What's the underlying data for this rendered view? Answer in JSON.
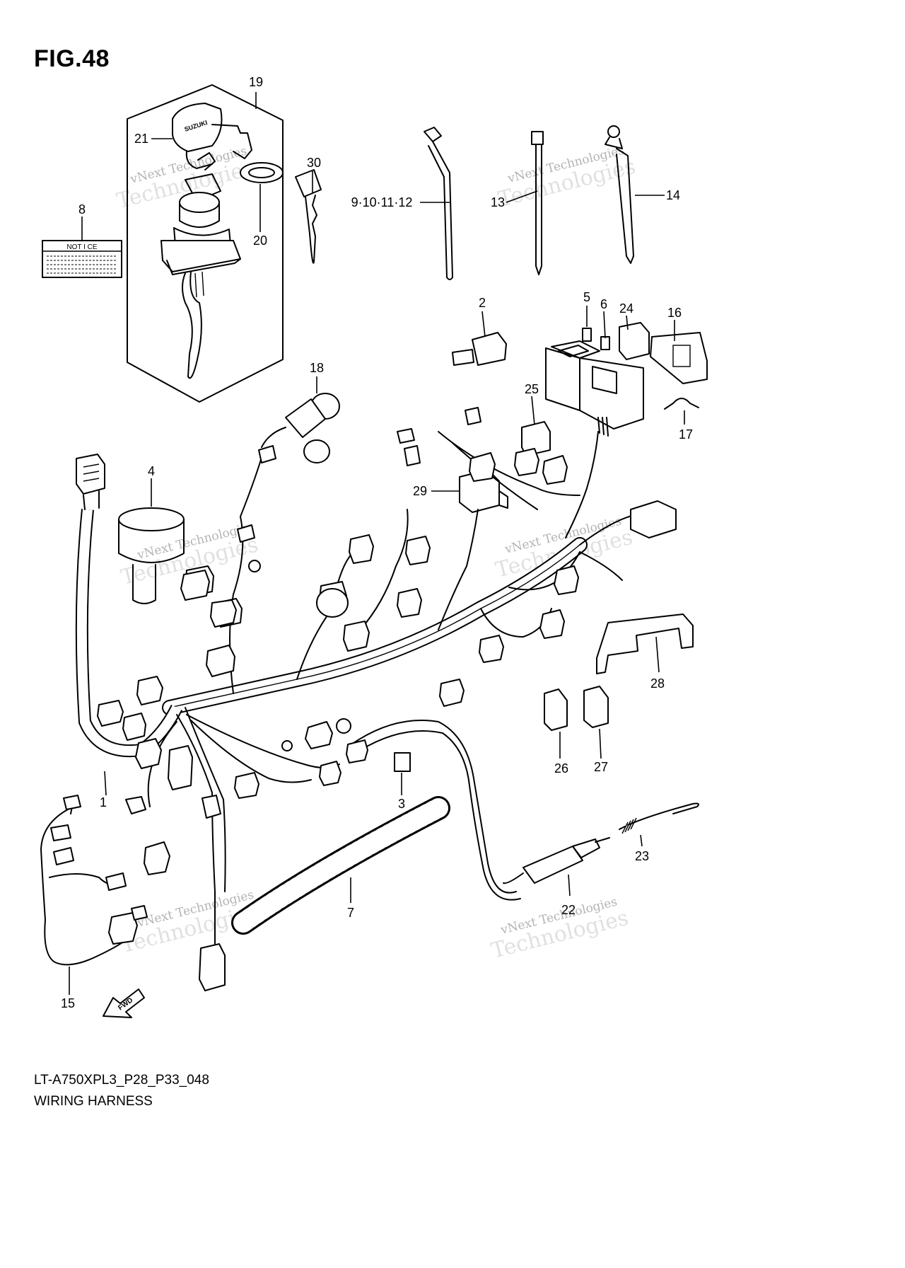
{
  "figure": {
    "title": "FIG.48",
    "model_code": "LT-A750XPL3_P28_P33_048",
    "diagram_name": "WIRING HARNESS"
  },
  "notice_label": "NOT I CE",
  "fwd_arrow_label": "FWD",
  "key_brand": "SUZUKI",
  "watermark": {
    "line1": "vNext Technologies",
    "line2": "Technologies"
  },
  "callouts": [
    {
      "id": "19",
      "label": "19"
    },
    {
      "id": "21",
      "label": "21"
    },
    {
      "id": "8",
      "label": "8"
    },
    {
      "id": "20",
      "label": "20"
    },
    {
      "id": "30",
      "label": "30"
    },
    {
      "id": "9-12",
      "label": "9·10·11·12"
    },
    {
      "id": "13",
      "label": "13"
    },
    {
      "id": "14",
      "label": "14"
    },
    {
      "id": "2",
      "label": "2"
    },
    {
      "id": "5",
      "label": "5"
    },
    {
      "id": "6",
      "label": "6"
    },
    {
      "id": "24",
      "label": "24"
    },
    {
      "id": "16",
      "label": "16"
    },
    {
      "id": "18",
      "label": "18"
    },
    {
      "id": "25",
      "label": "25"
    },
    {
      "id": "17",
      "label": "17"
    },
    {
      "id": "4",
      "label": "4"
    },
    {
      "id": "29",
      "label": "29"
    },
    {
      "id": "28",
      "label": "28"
    },
    {
      "id": "26",
      "label": "26"
    },
    {
      "id": "27",
      "label": "27"
    },
    {
      "id": "1",
      "label": "1"
    },
    {
      "id": "3",
      "label": "3"
    },
    {
      "id": "23",
      "label": "23"
    },
    {
      "id": "7",
      "label": "7"
    },
    {
      "id": "22",
      "label": "22"
    },
    {
      "id": "15",
      "label": "15"
    }
  ]
}
